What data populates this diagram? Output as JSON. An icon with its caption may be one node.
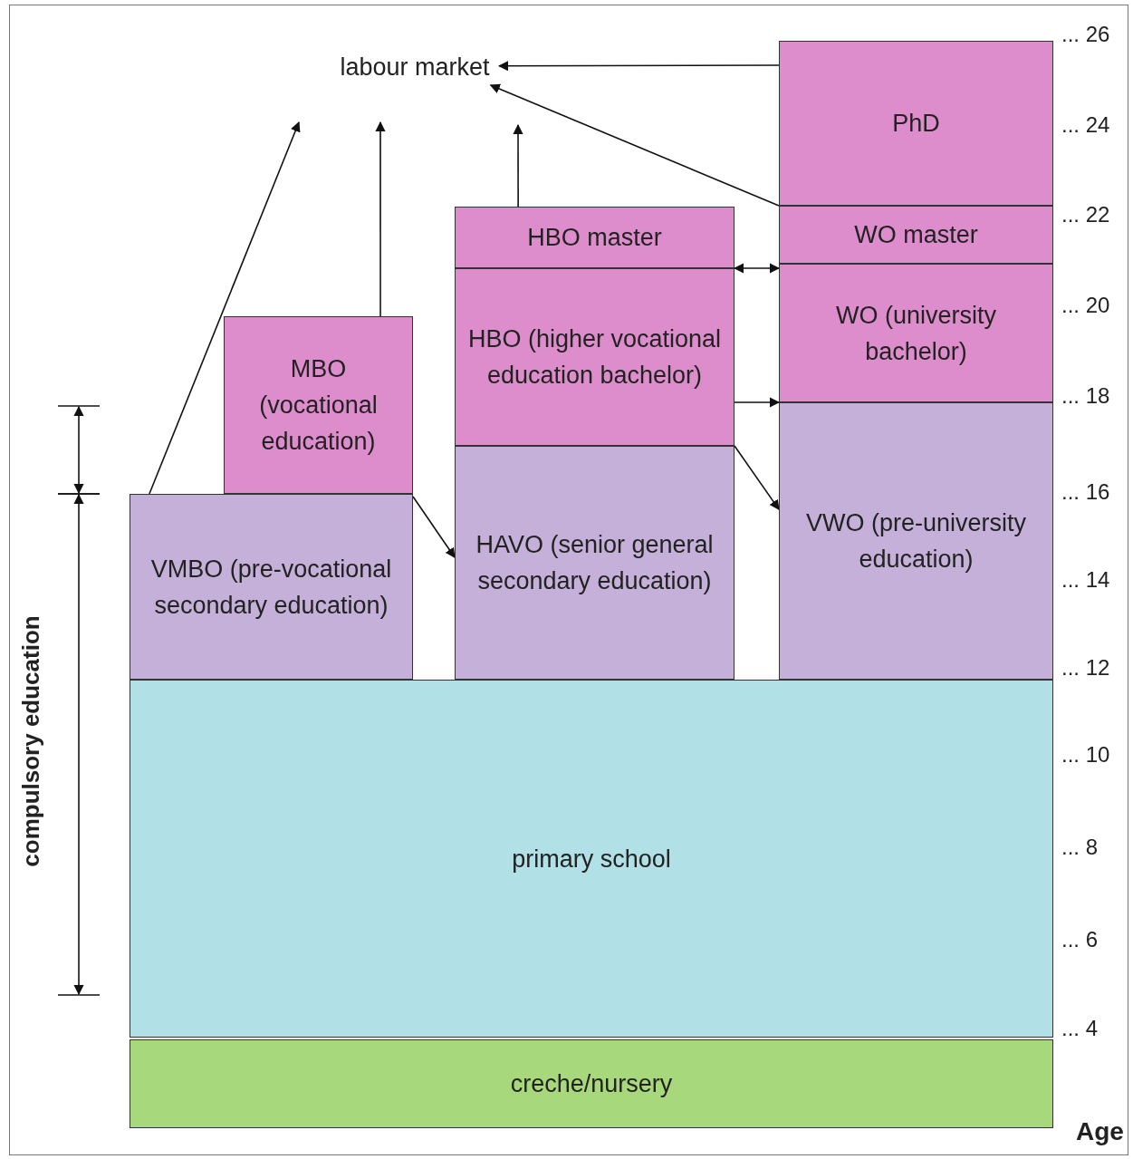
{
  "diagram": {
    "nodes": [
      {
        "text": [
          "labour market"
        ]
      },
      {
        "text": [
          "PhD"
        ]
      },
      {
        "text": [
          "WO master"
        ]
      },
      {
        "text": [
          "WO (university bachelor)"
        ]
      },
      {
        "text": [
          "VWO (pre-university education)"
        ]
      },
      {
        "text": [
          "HBO master"
        ]
      },
      {
        "text": [
          "HBO (higher vocational education bachelor)"
        ]
      },
      {
        "text": [
          "HAVO (senior general secondary education)"
        ]
      },
      {
        "text": [
          "MBO (vocational education)"
        ]
      },
      {
        "text": [
          "VMBO (pre-vocational secondary education)"
        ]
      },
      {
        "text": [
          "primary school"
        ]
      },
      {
        "text": [
          "creche/nursery"
        ]
      }
    ],
    "edges": [
      {
        "from": 1,
        "to": 0,
        "arrow": "to"
      },
      {
        "from": 2,
        "to": 0,
        "arrow": "to"
      },
      {
        "from": 9,
        "to": null,
        "arrow": "to"
      },
      {
        "from": 8,
        "to": null,
        "arrow": "to"
      },
      {
        "from": 5,
        "to": null,
        "arrow": "to"
      },
      {
        "from": 5,
        "to": 3,
        "arrow": "both"
      },
      {
        "from": 6,
        "to": 3,
        "arrow": "to"
      },
      {
        "from": 6,
        "to": 4,
        "arrow": "to"
      },
      {
        "from": 9,
        "to": 7,
        "arrow": "to"
      }
    ],
    "labels": [
      "... 26",
      "... 24",
      "... 22",
      "... 20",
      "... 18",
      "... 16",
      "... 14",
      "... 12",
      "... 10",
      "... 8",
      "... 6",
      "... 4",
      "compulsory education",
      "Age"
    ]
  }
}
